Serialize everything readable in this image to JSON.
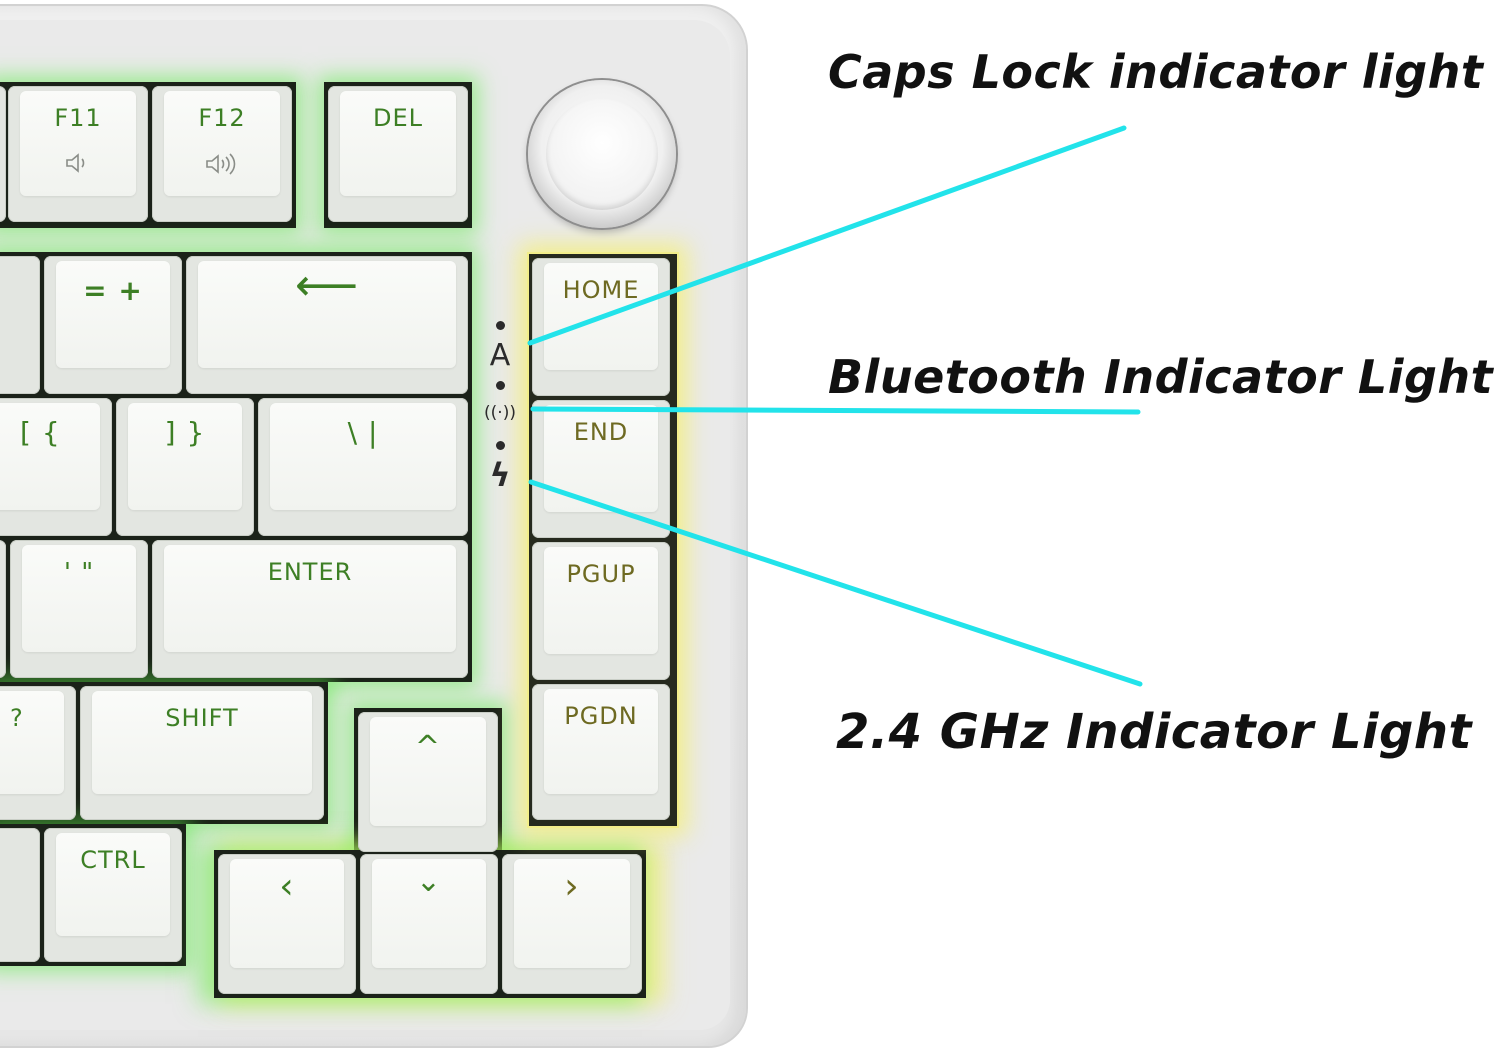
{
  "callouts": {
    "caps_lock": "Caps Lock indicator light",
    "bluetooth": "Bluetooth Indicator Light",
    "ghz": "2.4 GHz Indicator Light"
  },
  "keys": {
    "f11": "F11",
    "f12": "F12",
    "del": "DEL",
    "equals_plus": "= +",
    "backspace": "⟵",
    "bracket_left": "[ {",
    "bracket_right": "] }",
    "backslash": "\\  |",
    "quote": "' \"",
    "enter": "ENTER",
    "question": "?",
    "shift": "SHIFT",
    "ctrl": "CTRL",
    "home": "HOME",
    "end": "END",
    "pgup": "PGUP",
    "pgdn": "PGDN",
    "up": "^",
    "left": "‹",
    "down": "⌄",
    "right": "›"
  },
  "indicators": {
    "caps": "A",
    "bluetooth": "((·))",
    "ghz": "ϟ"
  },
  "icons": {
    "f11_sub": "volume-down-icon",
    "f12_sub": "volume-up-icon",
    "knob": "volume-knob"
  },
  "colors": {
    "callout_line": "#22e3ea",
    "key_legend_green": "#3d7f25",
    "key_legend_yellow": "#6e6a22",
    "backlight_green": "#5aeb46",
    "backlight_yellow": "#f5f06e"
  }
}
